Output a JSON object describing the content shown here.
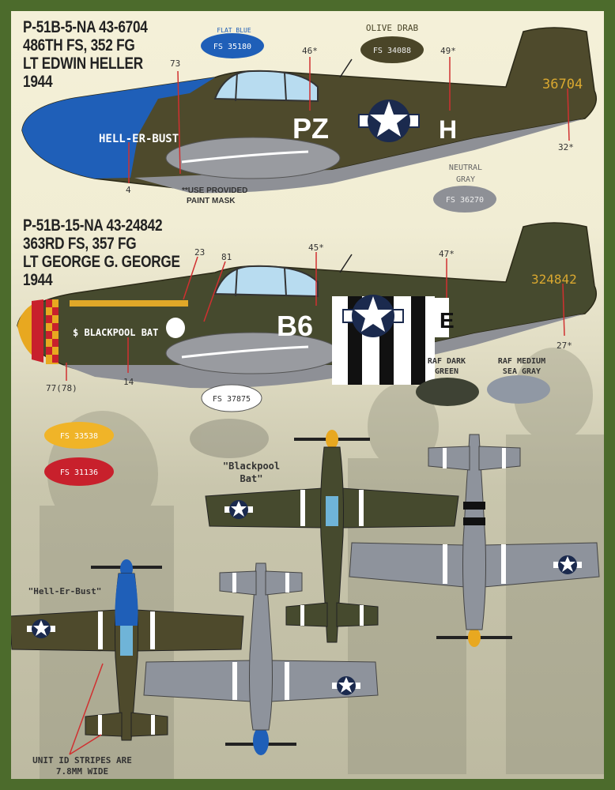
{
  "aircraft": [
    {
      "lines": [
        "P-51B-5-NA 43-6704",
        "486TH FS, 352 FG",
        "LT EDWIN HELLER",
        "1944"
      ],
      "nose_art": "HELL-ER-BUST",
      "codes": "PZ",
      "letter": "H",
      "serial": "36704",
      "callouts": {
        "a": "73",
        "b": "46*",
        "c": "49*",
        "d": "32*",
        "e": "4"
      },
      "note": [
        "**USE PROVIDED",
        "PAINT MASK"
      ]
    },
    {
      "lines": [
        "P-51B-15-NA 43-24842",
        "363RD FS, 357 FG",
        "LT GEORGE G. GEORGE",
        "1944"
      ],
      "nose_art": "$ BLACKPOOL BAT",
      "codes": "B6",
      "letter": "E",
      "serial": "324842",
      "callouts": {
        "a": "23",
        "b": "81",
        "c": "45*",
        "d": "47*",
        "e": "27*",
        "f": "77(78)",
        "g": "14"
      }
    }
  ],
  "swatches": {
    "flat_blue": {
      "label": "FLAT BLUE",
      "code": "FS 35180",
      "color": "#1f5fb8"
    },
    "olive_drab": {
      "label": "OLIVE DRAB",
      "code": "FS 34088",
      "color": "#4a4528"
    },
    "neutral_gray": {
      "label": [
        "NEUTRAL",
        "GRAY"
      ],
      "code": "FS 36270",
      "color": "#8e9096"
    },
    "white": {
      "code": "FS 37875",
      "color": "#ffffff"
    },
    "yellow": {
      "code": "FS 33538",
      "color": "#f0b428"
    },
    "red": {
      "code": "FS 31136",
      "color": "#c8202c"
    },
    "raf_dark_green": {
      "label": [
        "RAF DARK",
        "GREEN"
      ],
      "color": "#3e4234"
    },
    "raf_medium_sea_gray": {
      "label": [
        "RAF MEDIUM",
        "SEA GRAY"
      ],
      "color": "#9098a4"
    }
  },
  "topview_labels": {
    "blackpool": [
      "\"Blackpool",
      "Bat\""
    ],
    "heller": "\"Hell-Er-Bust\""
  },
  "footnote": [
    "UNIT ID STRIPES ARE",
    "7.8MM WIDE"
  ]
}
